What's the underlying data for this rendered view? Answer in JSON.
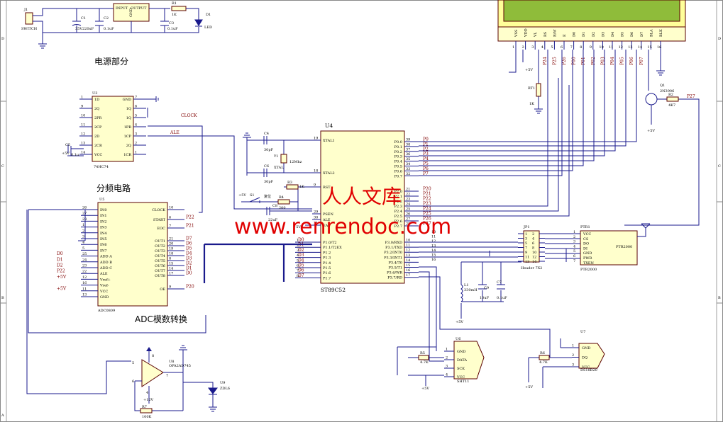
{
  "sections": {
    "power": "电源部分",
    "divider": "分频电路",
    "adc": "ADC模数转换"
  },
  "watermark": {
    "brand": "人人文库",
    "url": "www.renrendoc.com"
  },
  "zone_letters": [
    "D",
    "C",
    "B",
    "A"
  ],
  "power_section": {
    "j1": "J1",
    "j1_type": "SWITCH",
    "c1": "C1",
    "c1_val": "35V220uF",
    "c2": "C2",
    "c2_val": "0.1uF",
    "u_reg_in": "INPUT",
    "u_reg_out": "OUTPUT",
    "u_reg_gnd": "GND",
    "c3": "C3",
    "c3_val": "0.1uF",
    "r1": "R1",
    "r1_val": "1K",
    "d1": "D1",
    "d1_type": "LED"
  },
  "u3": {
    "ref": "U3",
    "part": "74HC74",
    "left_pins": [
      {
        "num": "1",
        "label": "1D"
      },
      {
        "num": "9",
        "label": "2Q"
      },
      {
        "num": "10",
        "label": "2PR"
      },
      {
        "num": "11",
        "label": "2CP"
      },
      {
        "num": "12",
        "label": "2D"
      },
      {
        "num": "13",
        "label": "2CR"
      },
      {
        "num": "14",
        "label": "VCC"
      }
    ],
    "right_pins": [
      {
        "num": "7",
        "label": "GND"
      },
      {
        "num": "6",
        "label": "1Q"
      },
      {
        "num": "5",
        "label": "1Q"
      },
      {
        "num": "4",
        "label": "1PR"
      },
      {
        "num": "3",
        "label": "1CP"
      },
      {
        "num": "2",
        "label": "2Q"
      },
      {
        "num": "1",
        "label": "1CR"
      }
    ],
    "c5": "C5",
    "c5_val": "0.1u",
    "vcc": "+5V",
    "net_clock": "CLOCK",
    "net_ale": "ALE"
  },
  "u4": {
    "ref": "U4",
    "part": "ST89C52",
    "left_top": [
      {
        "num": "19",
        "label": "XTAL1"
      },
      {
        "num": "18",
        "label": "XTAL2"
      },
      {
        "num": "9",
        "label": "RST"
      },
      {
        "num": "29",
        "label": "PSEN"
      },
      {
        "num": "30",
        "label": "ALE"
      },
      {
        "num": "31",
        "label": "EA"
      }
    ],
    "left_p1": [
      {
        "num": "1",
        "label": "P1.0/T2",
        "net": "D0"
      },
      {
        "num": "2",
        "label": "P1.1/T2EX",
        "net": "D1"
      },
      {
        "num": "3",
        "label": "P1.2",
        "net": "D2"
      },
      {
        "num": "4",
        "label": "P1.3",
        "net": "D3"
      },
      {
        "num": "5",
        "label": "P1.4",
        "net": "D4"
      },
      {
        "num": "6",
        "label": "P1.5",
        "net": "D5"
      },
      {
        "num": "7",
        "label": "P1.6",
        "net": "D6"
      },
      {
        "num": "8",
        "label": "P1.7",
        "net": "D7"
      }
    ],
    "right_p0": [
      {
        "num": "39",
        "label": "P0.0",
        "net": "P0"
      },
      {
        "num": "38",
        "label": "P0.1",
        "net": "P1"
      },
      {
        "num": "37",
        "label": "P0.2",
        "net": "P2"
      },
      {
        "num": "36",
        "label": "P0.3",
        "net": "P3"
      },
      {
        "num": "35",
        "label": "P0.4",
        "net": "P4"
      },
      {
        "num": "34",
        "label": "P0.5",
        "net": "P5"
      },
      {
        "num": "33",
        "label": "P0.6",
        "net": "P6"
      },
      {
        "num": "32",
        "label": "P0.7",
        "net": "P7"
      }
    ],
    "right_p2": [
      {
        "num": "21",
        "label": "P2.0",
        "net": "P20"
      },
      {
        "num": "22",
        "label": "P2.1",
        "net": "P21"
      },
      {
        "num": "23",
        "label": "P2.2",
        "net": "P22"
      },
      {
        "num": "24",
        "label": "P2.3",
        "net": "P23"
      },
      {
        "num": "25",
        "label": "P2.4",
        "net": "P24"
      },
      {
        "num": "26",
        "label": "P2.5",
        "net": "P25"
      },
      {
        "num": "27",
        "label": "P2.6",
        "net": "P26"
      },
      {
        "num": "28",
        "label": "P2.7",
        "net": "P27"
      }
    ],
    "right_p3": [
      {
        "num": "10",
        "label": "P3.0/RXD"
      },
      {
        "num": "11",
        "label": "P3.1/TXD"
      },
      {
        "num": "12",
        "label": "P3.2/INT0"
      },
      {
        "num": "13",
        "label": "P3.3/INT1"
      },
      {
        "num": "14",
        "label": "P3.4/T0"
      },
      {
        "num": "15",
        "label": "P3.5/T1"
      },
      {
        "num": "16",
        "label": "P3.6/WR"
      },
      {
        "num": "17",
        "label": "P3.7/RD"
      }
    ],
    "c4": "C4",
    "c4_val": "30pF",
    "c6": "C6",
    "c6_val": "30pF",
    "y1": "Y1",
    "y1_part": "XTAL",
    "y1_val": "12Mhz",
    "r3": "R3",
    "r3_val": "1K",
    "r4": "R4",
    "r4_val": "200",
    "c8": "C8",
    "c8_val": "22uF",
    "s1": "S1",
    "s1_label": "复位",
    "vcc": "+5V"
  },
  "u5": {
    "ref": "U5",
    "part": "ADC0809",
    "left_pins": [
      {
        "num": "26",
        "label": "IN0"
      },
      {
        "num": "27",
        "label": "IN1"
      },
      {
        "num": "28",
        "label": "IN2"
      },
      {
        "num": "1",
        "label": "IN3"
      },
      {
        "num": "2",
        "label": "IN4"
      },
      {
        "num": "3",
        "label": "IN5"
      },
      {
        "num": "4",
        "label": "IN6"
      },
      {
        "num": "5",
        "label": "IN7"
      },
      {
        "num": "25",
        "label": "ADD A",
        "net": "D0"
      },
      {
        "num": "24",
        "label": "ADD B",
        "net": "D1"
      },
      {
        "num": "23",
        "label": "ADD C",
        "net": "D2"
      },
      {
        "num": "22",
        "label": "ALE",
        "net": "P22"
      },
      {
        "num": "12",
        "label": "Vref+",
        "net": "+5V"
      },
      {
        "num": "16",
        "label": "Vref-"
      },
      {
        "num": "11",
        "label": "VCC",
        "net": "+5V"
      },
      {
        "num": "13",
        "label": "GND"
      }
    ],
    "right_pins": [
      {
        "num": "10",
        "label": "CLOCK"
      },
      {
        "num": "6",
        "label": "START",
        "net": "P22"
      },
      {
        "num": "7",
        "label": "EOC",
        "net": "P21"
      },
      {
        "num": "21",
        "label": "OUT1",
        "net": "D7"
      },
      {
        "num": "20",
        "label": "OUT2",
        "net": "D6"
      },
      {
        "num": "19",
        "label": "OUT3",
        "net": "D5"
      },
      {
        "num": "18",
        "label": "OUT4",
        "net": "D4"
      },
      {
        "num": "8",
        "label": "OUT5",
        "net": "D3"
      },
      {
        "num": "15",
        "label": "OUT6",
        "net": "D2"
      },
      {
        "num": "14",
        "label": "OUT7",
        "net": "D1"
      },
      {
        "num": "17",
        "label": "OUT8",
        "net": "D0"
      },
      {
        "num": "9",
        "label": "OE",
        "net": "P20"
      }
    ]
  },
  "lcd": {
    "pins": [
      {
        "num": "1",
        "label": "VSS"
      },
      {
        "num": "2",
        "label": "VDD"
      },
      {
        "num": "3",
        "label": "VL"
      },
      {
        "num": "4",
        "label": "RS",
        "net": "P24"
      },
      {
        "num": "5",
        "label": "R/W",
        "net": "P25"
      },
      {
        "num": "6",
        "label": "E",
        "net": "P26"
      },
      {
        "num": "7",
        "label": "D0",
        "net": "P00"
      },
      {
        "num": "8",
        "label": "D1",
        "net": "P01"
      },
      {
        "num": "9",
        "label": "D2",
        "net": "P02"
      },
      {
        "num": "10",
        "label": "D3",
        "net": "P03"
      },
      {
        "num": "11",
        "label": "D4",
        "net": "P04"
      },
      {
        "num": "12",
        "label": "D5",
        "net": "P05"
      },
      {
        "num": "13",
        "label": "D6",
        "net": "P06"
      },
      {
        "num": "14",
        "label": "D7",
        "net": "P07"
      },
      {
        "num": "15",
        "label": "BLA"
      },
      {
        "num": "16",
        "label": "BLK"
      }
    ],
    "vcc": "+5V",
    "rt1": "RT1",
    "rt1_val": "1K",
    "q1": "Q1",
    "q1_part": "2N3906",
    "r2": "R2",
    "r2_val": "4K7",
    "r2_net": "P27",
    "q_vcc": "+5V"
  },
  "jp1": {
    "ref": "JP1",
    "part": "Header 7X2",
    "pins_left": [
      "1",
      "3",
      "5",
      "7",
      "9",
      "11",
      "13"
    ],
    "pins_right": [
      "2",
      "4",
      "6",
      "8",
      "10",
      "12",
      "14"
    ],
    "net_left": [
      "10",
      "11",
      "12",
      "13",
      "14",
      "15",
      "16"
    ]
  },
  "ptr": {
    "ref": "PTR1",
    "part": "PTR2000",
    "pins": [
      {
        "num": "1",
        "label": "VCC"
      },
      {
        "num": "2",
        "label": "CS"
      },
      {
        "num": "3",
        "label": "DO"
      },
      {
        "num": "4",
        "label": "DI"
      },
      {
        "num": "5",
        "label": "GND"
      },
      {
        "num": "6",
        "label": "PWR"
      },
      {
        "num": "7",
        "label": "TXEN"
      }
    ],
    "center_label": "PTR2000",
    "bottom_label": "PTR2000",
    "l1": "L1",
    "l1_val": "330mH",
    "c9": "C9",
    "c9_val": "10uF",
    "c7": "C7",
    "c7_val": "0.1uF",
    "vcc": "+5V"
  },
  "u6": {
    "ref": "U6",
    "part": "SHT11",
    "pins": [
      {
        "num": "1",
        "label": "GND"
      },
      {
        "num": "2",
        "label": "DATA"
      },
      {
        "num": "3",
        "label": "SCK"
      },
      {
        "num": "4",
        "label": "VCC"
      }
    ],
    "r5": "R5",
    "r5_val": "4.7K",
    "vcc": "+5V"
  },
  "u7": {
    "ref": "U7",
    "part": "DS18B20",
    "pins": [
      {
        "num": "1",
        "label": "GND"
      },
      {
        "num": "2",
        "label": "DQ"
      },
      {
        "num": "3",
        "label": "VCC"
      }
    ],
    "r6": "R6",
    "r6_val": "4.7K",
    "vcc": "+5V"
  },
  "u8": {
    "ref": "U8",
    "part": "OPA2AD745",
    "pins": [
      "5",
      "6",
      "8",
      "7",
      "4"
    ],
    "vcc": "+12V",
    "r7": "R7",
    "r7_val": "100K",
    "u9": "U9",
    "u9_part": "ZDL6"
  }
}
